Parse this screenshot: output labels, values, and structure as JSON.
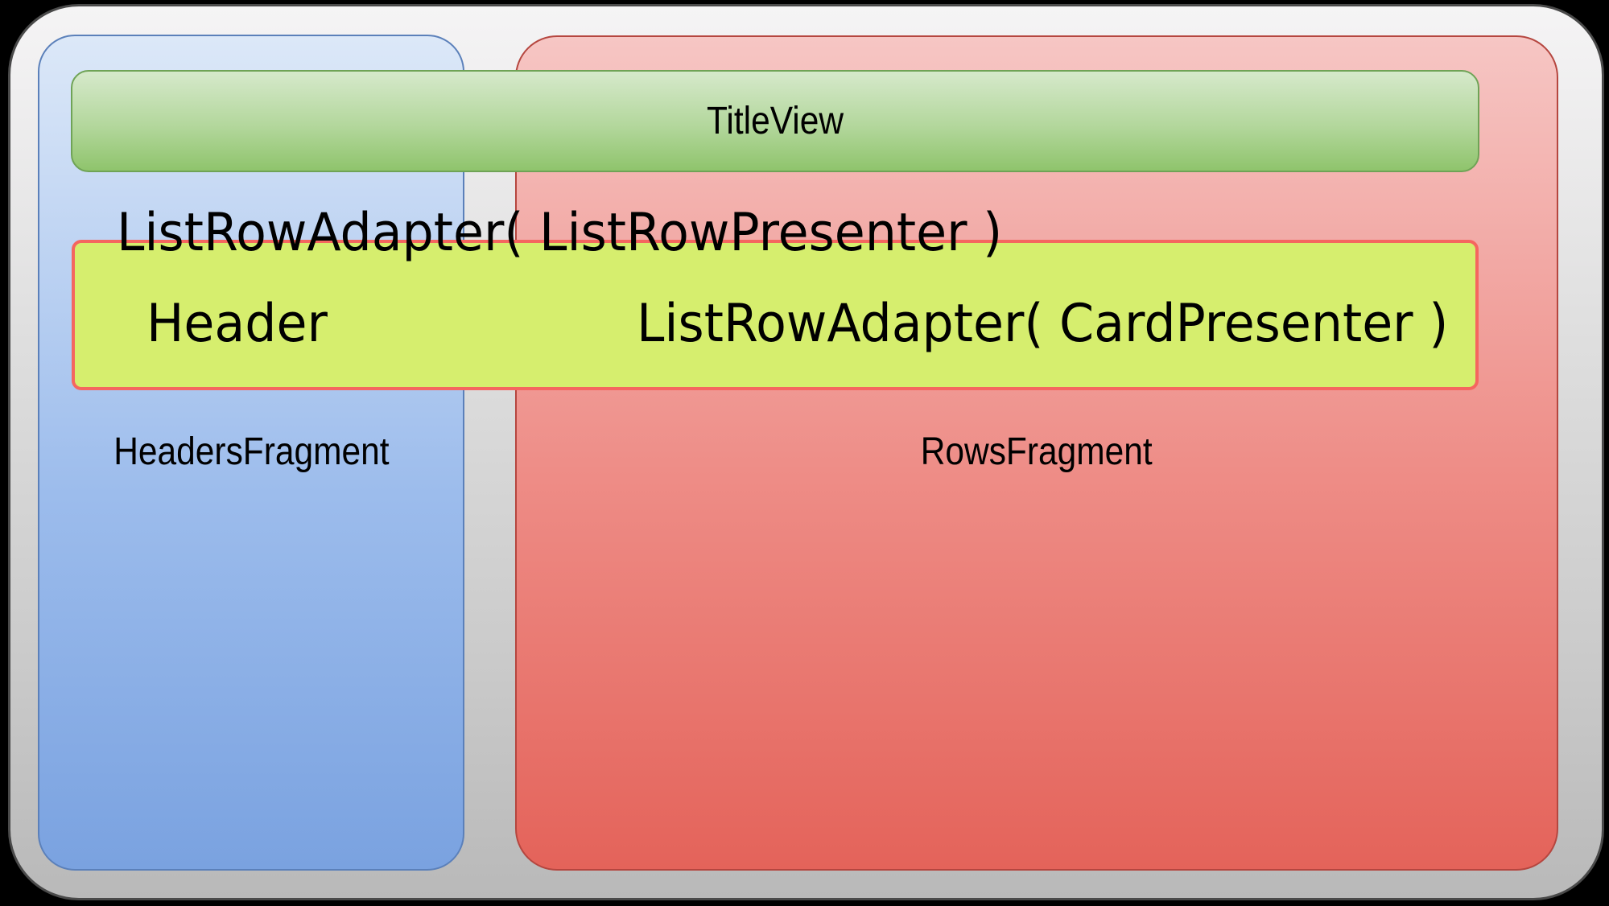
{
  "diagram": {
    "title_view": {
      "label": "TitleView"
    },
    "headers_fragment": {
      "label": "HeadersFragment"
    },
    "rows_fragment": {
      "label": "RowsFragment"
    },
    "list_row_adapter": {
      "label": "ListRowAdapter( ListRowPresenter )"
    },
    "header_item": {
      "label": "Header"
    },
    "card_adapter": {
      "label": "ListRowAdapter( CardPresenter )"
    }
  },
  "colors": {
    "background": "#000000",
    "outer_top": "#f5f4f5",
    "outer_bottom": "#b9b9b9",
    "outer_border": "#4a4a4a",
    "blue_top": "#dce8f8",
    "blue_bottom": "#7aa2e0",
    "blue_border": "#5b80ba",
    "red_top": "#f6c6c4",
    "red_bottom": "#e4635a",
    "red_border": "#b5463f",
    "green_top": "#d6e9cb",
    "green_bottom": "#8fc46c",
    "green_border": "#6fa356",
    "yellow_fill": "#d6ee6e",
    "yellow_border": "#f5665f",
    "text": "#000000"
  }
}
